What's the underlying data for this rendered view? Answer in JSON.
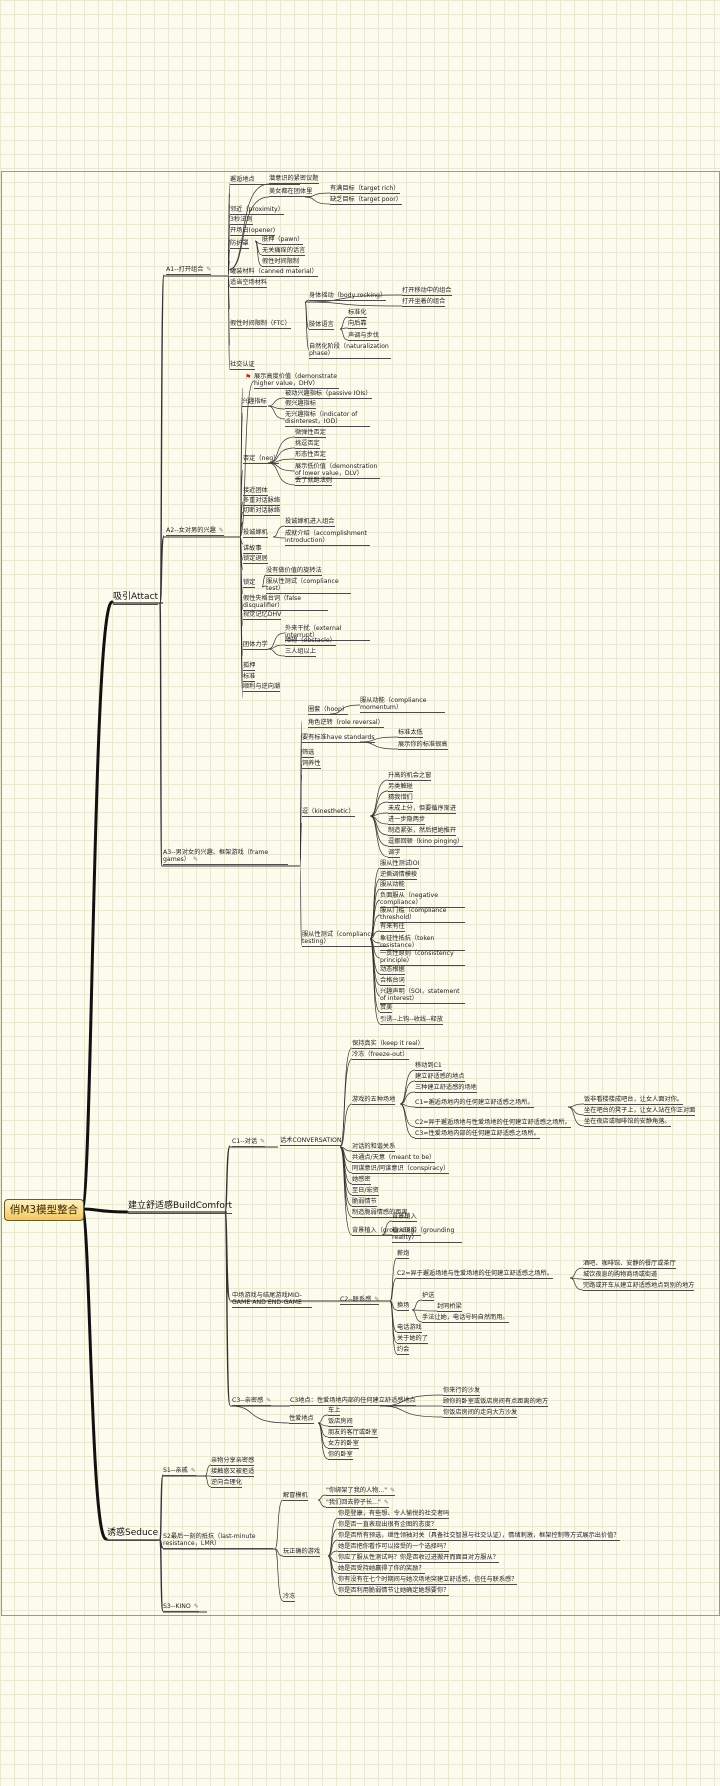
{
  "root": {
    "label": "俏M3模型整合"
  },
  "main_branches": [
    {
      "label": "吸引Attact"
    },
    {
      "label": "建立舒适感BuildComfort"
    },
    {
      "label": "诱惑Seduce"
    }
  ],
  "a1": {
    "label": "A1--打开组合",
    "items": [
      {
        "label": "邂逅地点"
      },
      {
        "label": "潜意识的紧密议题"
      },
      {
        "label": "美女都在团体里"
      },
      {
        "label": "有满目标（target rich）"
      },
      {
        "label": "缺乏目标（target poor）"
      },
      {
        "label": "邻近（proximity）"
      },
      {
        "label": "3秒法则"
      },
      {
        "label": "开场白(opener)"
      },
      {
        "label": "防护罩"
      },
      {
        "label": "肤押（pawn）"
      },
      {
        "label": "无关痛痒的话言"
      },
      {
        "label": "假性时间限制"
      },
      {
        "label": "罐装材料（canned material）"
      },
      {
        "label": "适当空场材料"
      },
      {
        "label": "身体摇动（body rocking）"
      },
      {
        "label": "打开移动中的组合"
      },
      {
        "label": "打开坐着的组合"
      },
      {
        "label": "标准化"
      },
      {
        "label": "肢体语言"
      },
      {
        "label": "向后靠"
      },
      {
        "label": "声调与步伐"
      },
      {
        "label": "假性时间限制（FTC）"
      },
      {
        "label": "自然化阶段（naturalization phase）"
      },
      {
        "label": "社交认证"
      }
    ]
  },
  "a2": {
    "label": "A2--女对男的兴趣",
    "items": [
      {
        "label": "展示高度价值（demonstrate higher value，DHV）"
      },
      {
        "label": "被动兴趣指标（passive IOIs）"
      },
      {
        "label": "兴趣指标"
      },
      {
        "label": "假兴趣指标"
      },
      {
        "label": "无兴趣指标（indicator of disinterest，IOD）"
      },
      {
        "label": "微弹性否定"
      },
      {
        "label": "挑逗否定"
      },
      {
        "label": "否定（neg）"
      },
      {
        "label": "形态性否定"
      },
      {
        "label": "展示低价值（demonstration of lower value，DLV）"
      },
      {
        "label": "丢了就跑法则"
      },
      {
        "label": "接近团体"
      },
      {
        "label": "多重对话脉络"
      },
      {
        "label": "切断对话脉络"
      },
      {
        "label": "投诚嫁机进入组合"
      },
      {
        "label": "投诚嫁机"
      },
      {
        "label": "成就介绍（accomplishment introduction）"
      },
      {
        "label": "讲故事"
      },
      {
        "label": "锁定退居"
      },
      {
        "label": "没有做价值的旋转法"
      },
      {
        "label": "锁定"
      },
      {
        "label": "服从性测试（compliance test）"
      },
      {
        "label": "假性失格台词（false disqualifier）"
      },
      {
        "label": "视觉记忆DHV"
      },
      {
        "label": "外来干扰（external interrupt）"
      },
      {
        "label": "团体力学"
      },
      {
        "label": "障碍（obstacle）"
      },
      {
        "label": "三人组以上"
      },
      {
        "label": "孤押"
      },
      {
        "label": "标准"
      },
      {
        "label": "顺利与逆向潮"
      }
    ]
  },
  "a3": {
    "label": "A3--男对女的兴趣、框架游戏（frame games）",
    "items": [
      {
        "label": "服从动能（compliance momentum）"
      },
      {
        "label": "圈套（hoop）"
      },
      {
        "label": "角色逆转（role reversal）"
      },
      {
        "label": "标准太低"
      },
      {
        "label": "要有标准have standards"
      },
      {
        "label": "展示你的标准很高"
      },
      {
        "label": "筛选"
      },
      {
        "label": "饲养性"
      },
      {
        "label": "升高的机会之窗"
      },
      {
        "label": "另类触碰"
      },
      {
        "label": "猜我惜们"
      },
      {
        "label": "未成上分，但要循序渐进"
      },
      {
        "label": "逗（kinesthetic）"
      },
      {
        "label": "进一步隐两步"
      },
      {
        "label": "制造紧张，然后把她推开"
      },
      {
        "label": "逗挪回顿（kino pinging）"
      },
      {
        "label": "调学"
      },
      {
        "label": "服从性测试IOI"
      },
      {
        "label": "逆撕调情模棱"
      },
      {
        "label": "服从动能"
      },
      {
        "label": "负面服从（negative compliance）"
      },
      {
        "label": "服从门槛（compliance threshold）"
      },
      {
        "label": "有来有往"
      },
      {
        "label": "象征性抵抗（token resistance）"
      },
      {
        "label": "服从性测试（compliance testing）"
      },
      {
        "label": "一贯性原则（consistency principle）"
      },
      {
        "label": "动态根据"
      },
      {
        "label": "合格台词"
      },
      {
        "label": "兴趣声明（SOI，statement of interest）"
      },
      {
        "label": "赞美"
      },
      {
        "label": "引诱--上钩--收线--释放"
      }
    ]
  },
  "c1": {
    "label": "C1--对话",
    "items": [
      {
        "label": "保持真实（keep it real）"
      },
      {
        "label": "冷冻（freeze-out）"
      },
      {
        "label": "移动到C1"
      },
      {
        "label": "建立舒适感的地点"
      },
      {
        "label": "三种建立舒适感的场地"
      },
      {
        "label": "游戏的五种场地"
      },
      {
        "label": "C1=邂逅场地内的任何建立舒适感之场所。"
      },
      {
        "label": "饭非看楼楼成吧台，让女人面对你。"
      },
      {
        "label": "坐在吧台的凳子上，让女人站在你正对面"
      },
      {
        "label": "坐在夜店或咖啡馆的安静角落。"
      },
      {
        "label": "C2=异于邂逅场地与性爱场地的任何建立舒适感之场所。"
      },
      {
        "label": "C3=性爱场地内部的任何建立舒适感之场所。"
      },
      {
        "label": "话术CONVERSATION"
      },
      {
        "label": "对话的和谐关系"
      },
      {
        "label": "共通点/天意（meant to be）"
      },
      {
        "label": "同谋意识/同谋意识（conspiracy）"
      },
      {
        "label": "她感密"
      },
      {
        "label": "至日/宏资"
      },
      {
        "label": "脆弱情节"
      },
      {
        "label": "制造脆弱情感的距离"
      },
      {
        "label": "背景植入（grounding）"
      },
      {
        "label": "背景植入"
      },
      {
        "label": "植入现实（grounding reality）"
      }
    ]
  },
  "c2": {
    "label": "C2--联系感",
    "items": [
      {
        "label": "中场游戏与结尾游戏MID-GAME AND END-GAME"
      },
      {
        "label": "薪炮"
      },
      {
        "label": "C2=异于邂逅场地与性爱场地的任何建立舒适感之场所。"
      },
      {
        "label": "酒吧、咖啡馆、安静的餐厅或茶厅"
      },
      {
        "label": "城饮夜息的购物商场或街道"
      },
      {
        "label": "完路或开车从建立舒适感地点到别的地方"
      },
      {
        "label": "换场"
      },
      {
        "label": "护送"
      },
      {
        "label": "封同桥梁"
      },
      {
        "label": "手法让她，电话号码自然而用。"
      },
      {
        "label": "电话游戏"
      },
      {
        "label": "关于她的了"
      },
      {
        "label": "约会"
      }
    ]
  },
  "c3": {
    "label": "C3--亲密感",
    "items": [
      {
        "label": "C3地点：性爱场地内部的任何建立舒适感地点"
      },
      {
        "label": "你来行的沙发"
      },
      {
        "label": "顾你的卧室或饭店房间有点距离的地方"
      },
      {
        "label": "你饭店房间的走向大方沙发"
      },
      {
        "label": "性爱地点"
      },
      {
        "label": "车上"
      },
      {
        "label": "饭店房间"
      },
      {
        "label": "朋友的客厅或卧室"
      },
      {
        "label": "女方的卧室"
      },
      {
        "label": "你的卧室"
      }
    ]
  },
  "s1": {
    "label": "S1--亲戚",
    "items": [
      {
        "label": "亲物分享亲密感"
      },
      {
        "label": "接触惑又被拒适"
      },
      {
        "label": "逆向合理化"
      }
    ]
  },
  "s2": {
    "label": "S2最后一刻的抵抗（last-minute resistance，LMR）",
    "items": [
      {
        "label": "\"你绑架了我的人物...\""
      },
      {
        "label": "解冒模机"
      },
      {
        "label": "\"我们回去脖子长...\""
      },
      {
        "label": "你是登康，有些想、令人愉悦的社交者吗"
      },
      {
        "label": "你是否一直表现出很有企图的态度？"
      },
      {
        "label": "你是否所有预选，继性领袖对关（具备社交智慧与社交认证），情绪刺激，框架控制等方式展示出价值？"
      },
      {
        "label": "她是否把你看作可以接受的一个选择吗？"
      },
      {
        "label": "玩正确的游戏"
      },
      {
        "label": "你应了服从性测试吗？你是否收过进搬开而面目对方服从？"
      },
      {
        "label": "她是否受持她赢得了你的奖励？"
      },
      {
        "label": "你有没有在七个时期间与她次场地突建立舒适感，信任与联系感？"
      },
      {
        "label": "你是否利用脆弱情节让她确定她想要你？"
      },
      {
        "label": "冷冻"
      }
    ]
  },
  "s3": {
    "label": "S3--KINO"
  }
}
